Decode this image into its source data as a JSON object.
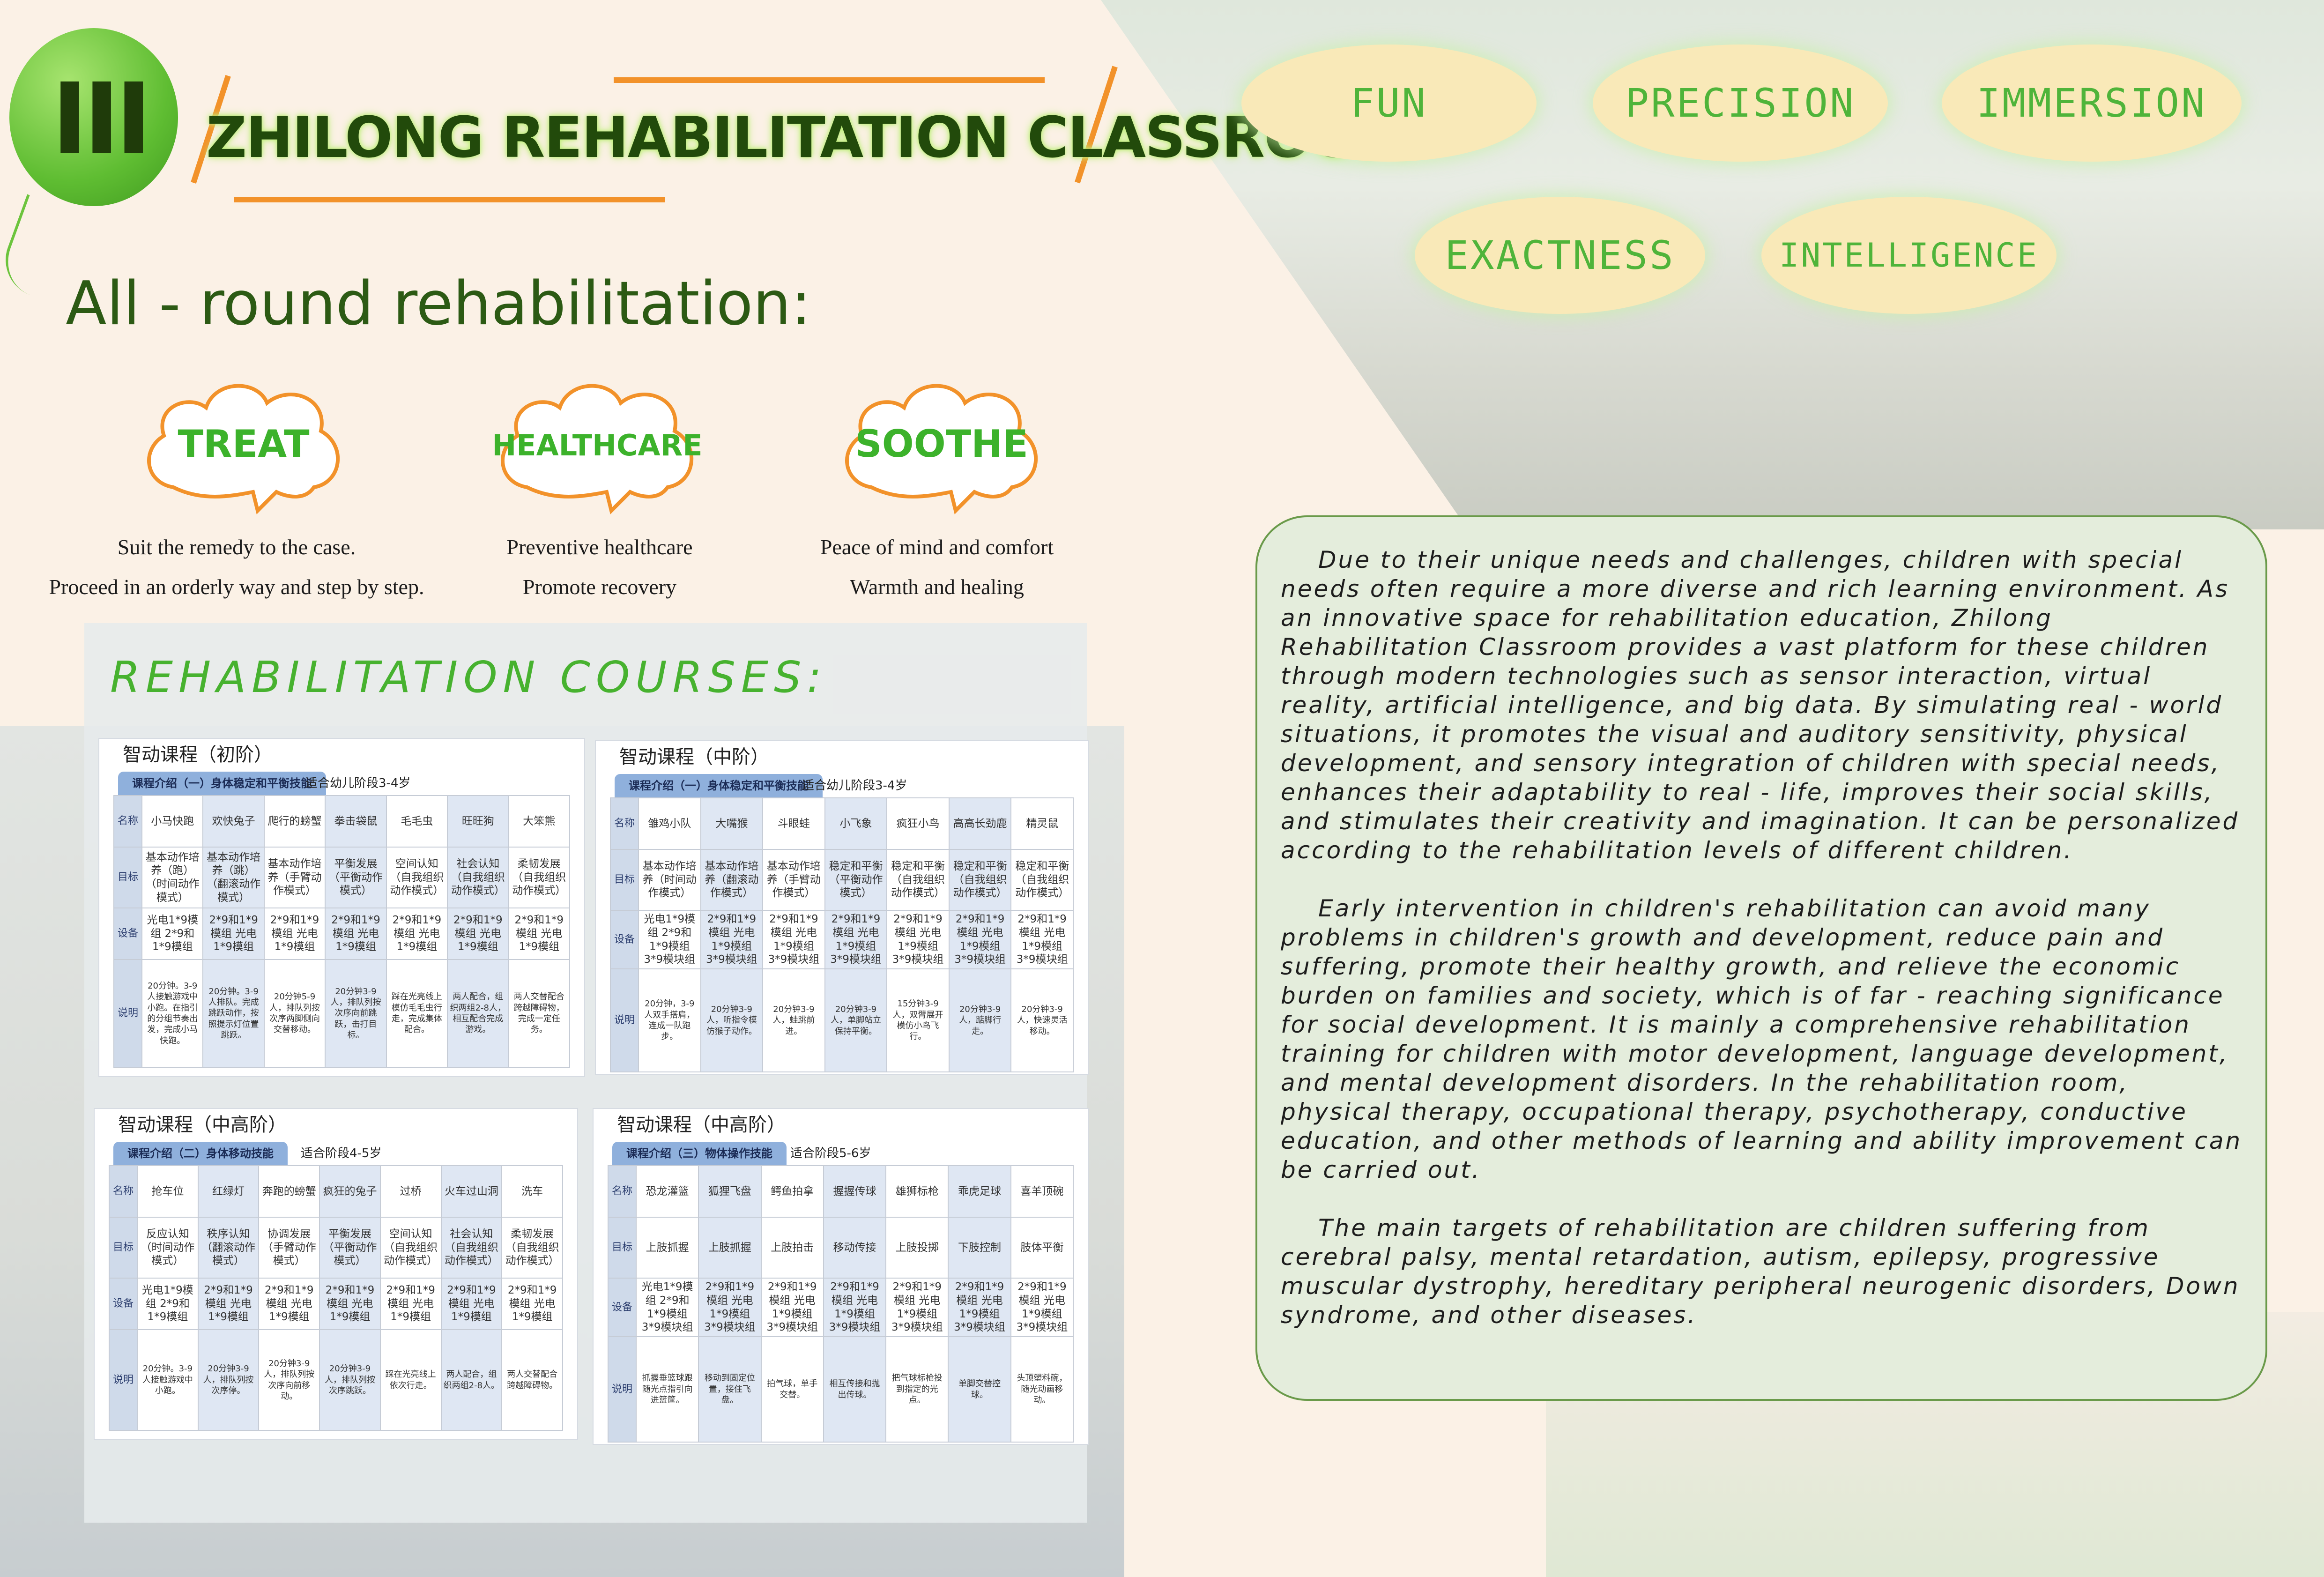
{
  "header": {
    "section_number": "III",
    "title": "ZHILONG REHABILITATION CLASSROOM",
    "subtitle": "All - round rehabilitation:"
  },
  "features": [
    {
      "label": "TREAT",
      "line1": "Suit the remedy to the case.",
      "line2": "Proceed in an orderly way and step by step."
    },
    {
      "label": "HEALTHCARE",
      "line1": "Preventive healthcare",
      "line2": "Promote recovery"
    },
    {
      "label": "SOOTHE",
      "line1": "Peace of mind and comfort",
      "line2": "Warmth and healing"
    }
  ],
  "keywords": [
    "FUN",
    "PRECISION",
    "IMMERSION",
    "EXACTNESS",
    "INTELLIGENCE"
  ],
  "description": [
    "Due to their unique needs and challenges, children with special needs often require a more diverse and rich learning environment. As an innovative space for rehabilitation education, Zhilong Rehabilitation Classroom provides a vast platform for these children through modern technologies such as sensor interaction, virtual reality, artificial intelligence, and big data. By simulating real - world situations, it promotes the visual and auditory sensitivity, physical development, and sensory integration of children with special needs, enhances their adaptability to real - life, improves their social skills, and stimulates their creativity and imagination. It can be personalized according to the rehabilitation levels of different children.",
    "Early intervention in children's rehabilitation can avoid many problems in children's growth and development, reduce pain and suffering, promote their healthy growth, and relieve the economic burden on families and society, which is of far - reaching significance for social development. It is mainly a comprehensive rehabilitation training for children with motor development, language development, and mental development disorders. In the rehabilitation room, physical therapy, occupational therapy, psychotherapy, conductive education, and other methods of learning and ability improvement can be carried out.",
    "The main targets of rehabilitation are children suffering from cerebral palsy, mental retardation, autism, epilepsy, progressive muscular dystrophy, hereditary peripheral neurogenic disorders, Down syndrome, and other diseases."
  ],
  "courses": {
    "title": "REHABILITATION COURSES:",
    "cards": [
      {
        "title": "智动课程（初阶）",
        "tag": "课程介绍（一）身体稳定和平衡技能",
        "sub": "适合幼儿阶段3-4岁",
        "row_labels": [
          "名称",
          "目标",
          "设备",
          "说明"
        ],
        "cols": [
          {
            "name": "小马快跑",
            "goal": "基本动作培养（跑）（时间动作模式）",
            "equip": "光电1*9模组 2*9和1*9模组",
            "desc": "20分钟。3-9人接触游戏中小跑。在指引的分组节奏出发，完成小马快跑。"
          },
          {
            "name": "欢快兔子",
            "goal": "基本动作培养（跳）（翻滚动作模式）",
            "equip": "2*9和1*9模组 光电1*9模组",
            "desc": "20分钟。3-9人排队。完成跳跃动作，按照提示灯位置跳跃。"
          },
          {
            "name": "爬行的螃蟹",
            "goal": "基本动作培养（手臂动作模式）",
            "equip": "2*9和1*9模组 光电1*9模组",
            "desc": "20分钟5-9人，排队列按次序两脚侧向交替移动。"
          },
          {
            "name": "拳击袋鼠",
            "goal": "平衡发展（平衡动作模式）",
            "equip": "2*9和1*9模组 光电1*9模组",
            "desc": "20分钟3-9人，排队列按次序向前跳跃，击打目标。"
          },
          {
            "name": "毛毛虫",
            "goal": "空间认知（自我组织动作模式）",
            "equip": "2*9和1*9模组 光电1*9模组",
            "desc": "踩在光亮线上模仿毛毛虫行走，完成集体配合。"
          },
          {
            "name": "旺旺狗",
            "goal": "社会认知（自我组织动作模式）",
            "equip": "2*9和1*9模组 光电1*9模组",
            "desc": "两人配合，组织两组2-8人，相互配合完成游戏。"
          },
          {
            "name": "大笨熊",
            "goal": "柔韧发展（自我组织动作模式）",
            "equip": "2*9和1*9模组 光电1*9模组",
            "desc": "两人交替配合跨越障碍物，完成一定任务。"
          }
        ]
      },
      {
        "title": "智动课程（中阶）",
        "tag": "课程介绍（一）身体稳定和平衡技能",
        "sub": "适合幼儿阶段3-4岁",
        "row_labels": [
          "名称",
          "目标",
          "设备",
          "说明"
        ],
        "cols": [
          {
            "name": "雏鸡小队",
            "goal": "基本动作培养（时间动作模式）",
            "equip": "光电1*9模组 2*9和1*9模组 3*9模块组",
            "desc": "20分钟，3-9人双手搭肩，连成一队跑步。"
          },
          {
            "name": "大嘴猴",
            "goal": "基本动作培养（翻滚动作模式）",
            "equip": "2*9和1*9模组 光电1*9模组 3*9模块组",
            "desc": "20分钟3-9人，听指令模仿猴子动作。"
          },
          {
            "name": "斗眼蛙",
            "goal": "基本动作培养（手臂动作模式）",
            "equip": "2*9和1*9模组 光电1*9模组 3*9模块组",
            "desc": "20分钟3-9人，蛙跳前进。"
          },
          {
            "name": "小飞象",
            "goal": "稳定和平衡（平衡动作模式）",
            "equip": "2*9和1*9模组 光电1*9模组 3*9模块组",
            "desc": "20分钟3-9人，单脚站立保持平衡。"
          },
          {
            "name": "疯狂小鸟",
            "goal": "稳定和平衡（自我组织动作模式）",
            "equip": "2*9和1*9模组 光电1*9模组 3*9模块组",
            "desc": "15分钟3-9人，双臂展开模仿小鸟飞行。"
          },
          {
            "name": "高高长劲鹿",
            "goal": "稳定和平衡（自我组织动作模式）",
            "equip": "2*9和1*9模组 光电1*9模组 3*9模块组",
            "desc": "20分钟3-9人，踮脚行走。"
          },
          {
            "name": "精灵鼠",
            "goal": "稳定和平衡（自我组织动作模式）",
            "equip": "2*9和1*9模组 光电1*9模组 3*9模块组",
            "desc": "20分钟3-9人，快速灵活移动。"
          }
        ]
      },
      {
        "title": "智动课程（中高阶）",
        "tag": "课程介绍（二）身体移动技能",
        "sub": "适合阶段4-5岁",
        "row_labels": [
          "名称",
          "目标",
          "设备",
          "说明"
        ],
        "cols": [
          {
            "name": "抢车位",
            "goal": "反应认知（时间动作模式）",
            "equip": "光电1*9模组 2*9和1*9模组",
            "desc": "20分钟。3-9人接触游戏中小跑。"
          },
          {
            "name": "红绿灯",
            "goal": "秩序认知（翻滚动作模式）",
            "equip": "2*9和1*9模组 光电1*9模组",
            "desc": "20分钟3-9人，排队列按次序停。"
          },
          {
            "name": "奔跑的螃蟹",
            "goal": "协调发展（手臂动作模式）",
            "equip": "2*9和1*9模组 光电1*9模组",
            "desc": "20分钟3-9人，排队列按次序向前移动。"
          },
          {
            "name": "疯狂的兔子",
            "goal": "平衡发展（平衡动作模式）",
            "equip": "2*9和1*9模组 光电1*9模组",
            "desc": "20分钟3-9人，排队列按次序跳跃。"
          },
          {
            "name": "过桥",
            "goal": "空间认知（自我组织动作模式）",
            "equip": "2*9和1*9模组 光电1*9模组",
            "desc": "踩在光亮线上依次行走。"
          },
          {
            "name": "火车过山洞",
            "goal": "社会认知（自我组织动作模式）",
            "equip": "2*9和1*9模组 光电1*9模组",
            "desc": "两人配合，组织两组2-8人。"
          },
          {
            "name": "洗车",
            "goal": "柔韧发展（自我组织动作模式）",
            "equip": "2*9和1*9模组 光电1*9模组",
            "desc": "两人交替配合跨越障碍物。"
          }
        ]
      },
      {
        "title": "智动课程（中高阶）",
        "tag": "课程介绍（三）物体操作技能",
        "sub": "适合阶段5-6岁",
        "row_labels": [
          "名称",
          "目标",
          "设备",
          "说明"
        ],
        "cols": [
          {
            "name": "恐龙灌篮",
            "goal": "上肢抓握",
            "equip": "光电1*9模组 2*9和1*9模组 3*9模块组",
            "desc": "抓握垂篮球跟随光点指引向进篮筐。"
          },
          {
            "name": "狐狸飞盘",
            "goal": "上肢抓握",
            "equip": "2*9和1*9模组 光电1*9模组 3*9模块组",
            "desc": "移动到固定位置，接住飞盘。"
          },
          {
            "name": "鳄鱼拍拿",
            "goal": "上肢拍击",
            "equip": "2*9和1*9模组 光电1*9模组 3*9模块组",
            "desc": "拍气球，单手交替。"
          },
          {
            "name": "握握传球",
            "goal": "移动传接",
            "equip": "2*9和1*9模组 光电1*9模组 3*9模块组",
            "desc": "相互传接和抛出传球。"
          },
          {
            "name": "雄狮标枪",
            "goal": "上肢投掷",
            "equip": "2*9和1*9模组 光电1*9模组 3*9模块组",
            "desc": "把气球标枪投到指定的光点。"
          },
          {
            "name": "乖虎足球",
            "goal": "下肢控制",
            "equip": "2*9和1*9模组 光电1*9模组 3*9模块组",
            "desc": "单脚交替控球。"
          },
          {
            "name": "喜羊顶碗",
            "goal": "肢体平衡",
            "equip": "2*9和1*9模组 光电1*9模组 3*9模块组",
            "desc": "头顶塑料碗，随光动画移动。"
          }
        ]
      }
    ]
  },
  "colors": {
    "accent_green": "#47b22f",
    "title_dark": "#224a0b",
    "orange": "#f2922a",
    "panel_bg": "#e4eddc",
    "pill_bg": "#f9e9b8"
  }
}
